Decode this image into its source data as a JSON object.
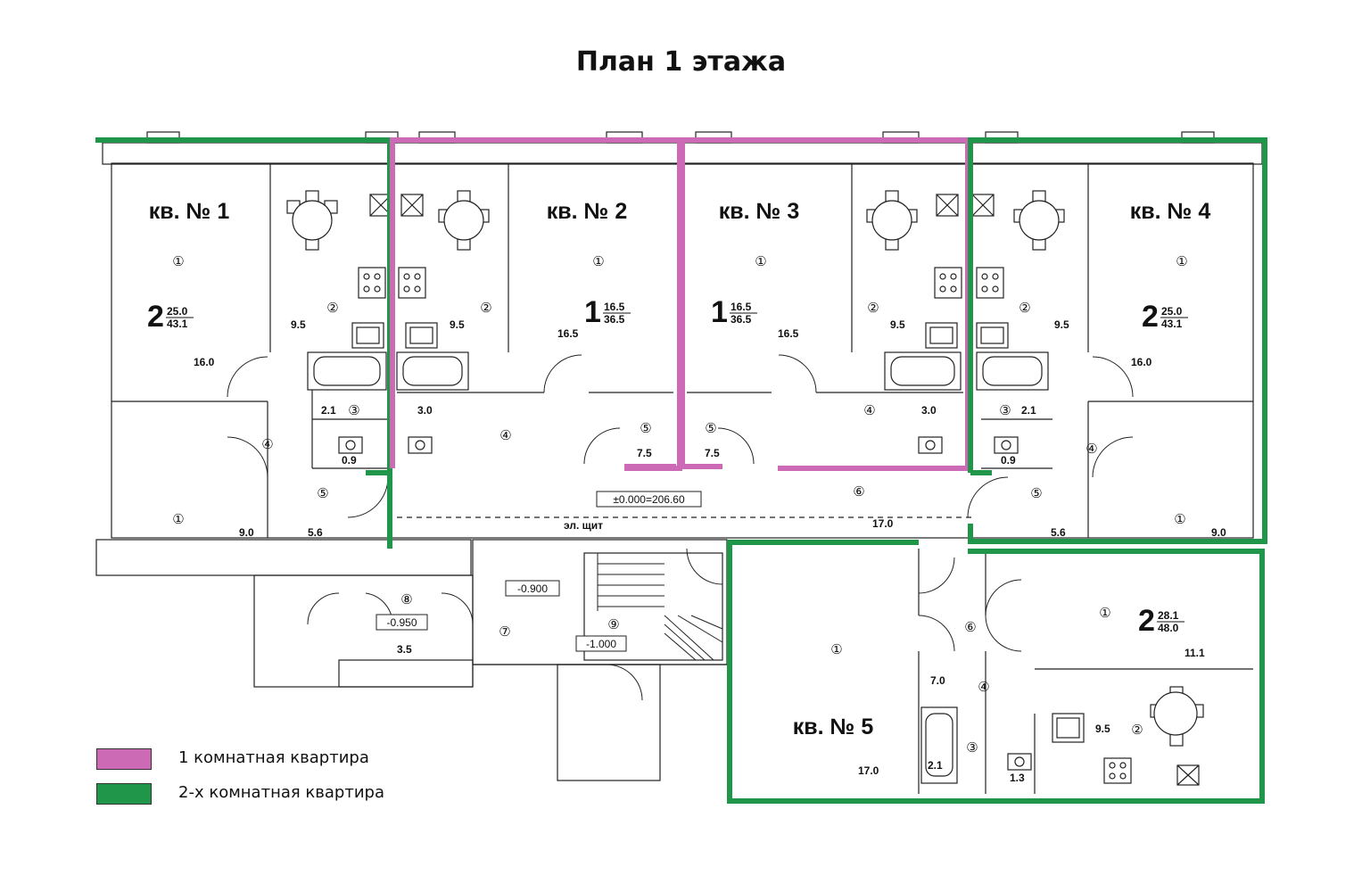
{
  "title": "План 1 этажа",
  "colors": {
    "one_room": "#cc6ab6",
    "two_room": "#1f9649",
    "walls": "#222222"
  },
  "legend": [
    {
      "label": "1 комнатная квартира",
      "color": "#cc6ab6"
    },
    {
      "label": "2-х комнатная квартира",
      "color": "#1f9649"
    }
  ],
  "apartments": {
    "a1": {
      "label": "кв. № 1",
      "rooms": "2",
      "living": "25.0",
      "total": "43.1"
    },
    "a2": {
      "label": "кв. № 2",
      "rooms": "1",
      "living": "16.5",
      "total": "36.5"
    },
    "a3": {
      "label": "кв. № 3",
      "rooms": "1",
      "living": "16.5",
      "total": "36.5"
    },
    "a4": {
      "label": "кв. № 4",
      "rooms": "2",
      "living": "25.0",
      "total": "43.1"
    },
    "a5": {
      "label": "кв. № 5",
      "rooms": "2",
      "living": "28.1",
      "total": "48.0"
    }
  },
  "areas": {
    "a1_r1": "16.0",
    "a1_r2": "9.5",
    "a1_bath": "2.1",
    "a1_wc": "0.9",
    "a1_room": "9.0",
    "a1_hall": "5.6",
    "a2_r2": "9.5",
    "a2_r1": "16.5",
    "a2_bath": "3.0",
    "a2_hall": "7.5",
    "a3_r1": "16.5",
    "a3_r2": "9.5",
    "a3_bath": "3.0",
    "a3_hall": "7.5",
    "a4_r2": "9.5",
    "a4_r1": "16.0",
    "a4_bath": "2.1",
    "a4_wc": "0.9",
    "a4_hall": "5.6",
    "a4_room": "9.0",
    "corridor": "17.0",
    "vest": "3.5",
    "a5_r1": "17.0",
    "a5_room": "11.1",
    "a5_hall": "7.0",
    "a5_kitchen": "9.5",
    "a5_bath": "2.1",
    "a5_wc": "1.3"
  },
  "levels": {
    "zero": "±0.000=206.60",
    "l1": "-0.900",
    "l2": "-0.950",
    "l3": "-1.000"
  },
  "panel_label": "эл. щит",
  "room_marks": {
    "m1": "①",
    "m2": "②",
    "m3": "③",
    "m4": "④",
    "m5": "⑤",
    "m6": "⑥",
    "m7": "⑦",
    "m8": "⑧",
    "m9": "⑨"
  }
}
